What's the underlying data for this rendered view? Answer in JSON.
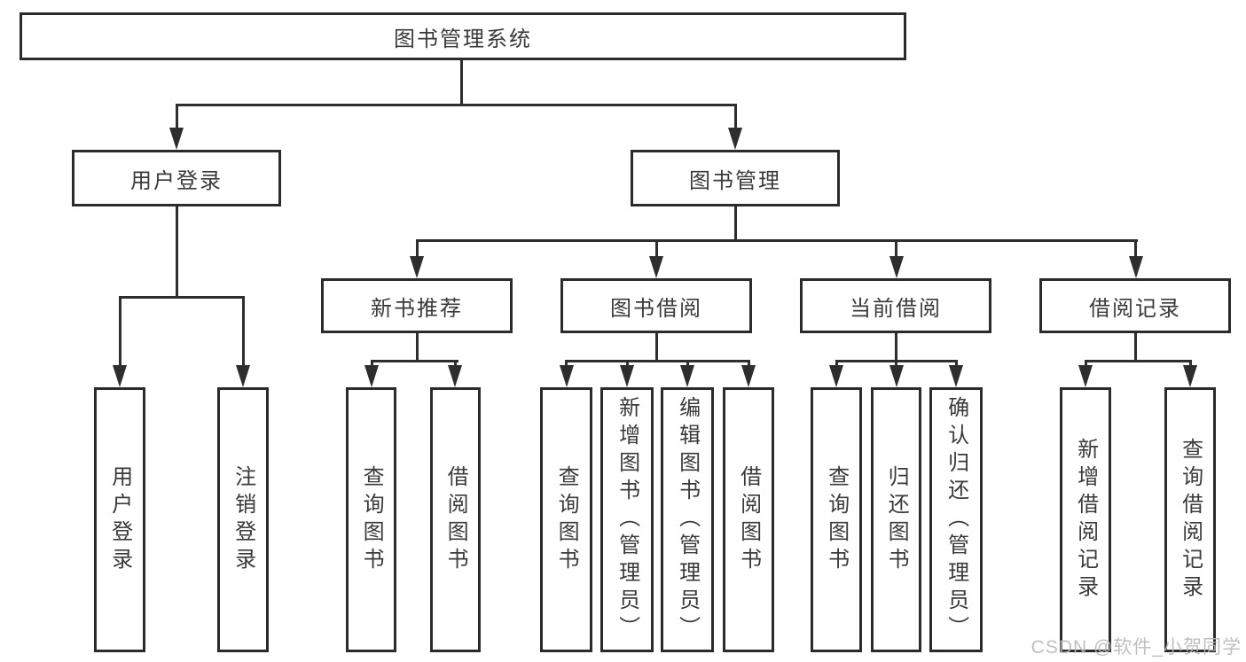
{
  "diagram": {
    "root": {
      "label": "图书管理系统"
    },
    "level2": [
      {
        "label": "用户登录"
      },
      {
        "label": "图书管理"
      }
    ],
    "level3": [
      {
        "label": "新书推荐"
      },
      {
        "label": "图书借阅"
      },
      {
        "label": "当前借阅"
      },
      {
        "label": "借阅记录"
      }
    ],
    "level4": [
      {
        "label": "用户登录"
      },
      {
        "label": "注销登录"
      },
      {
        "label": "查询图书"
      },
      {
        "label": "借阅图书"
      },
      {
        "label": "查询图书"
      },
      {
        "label": "新增图书（管理员）"
      },
      {
        "label": "编辑图书（管理员）"
      },
      {
        "label": "借阅图书"
      },
      {
        "label": "查询图书"
      },
      {
        "label": "归还图书"
      },
      {
        "label": "确认归还（管理员）"
      },
      {
        "label": "新增借阅记录"
      },
      {
        "label": "查询借阅记录"
      }
    ],
    "watermark": "CSDN @软件_小贺同学",
    "colors": {
      "line": "#2e2e2e",
      "border": "#2b2b2b",
      "text": "#3a3a3a",
      "background": "#ffffff",
      "watermark": "#b9b9b9"
    }
  }
}
